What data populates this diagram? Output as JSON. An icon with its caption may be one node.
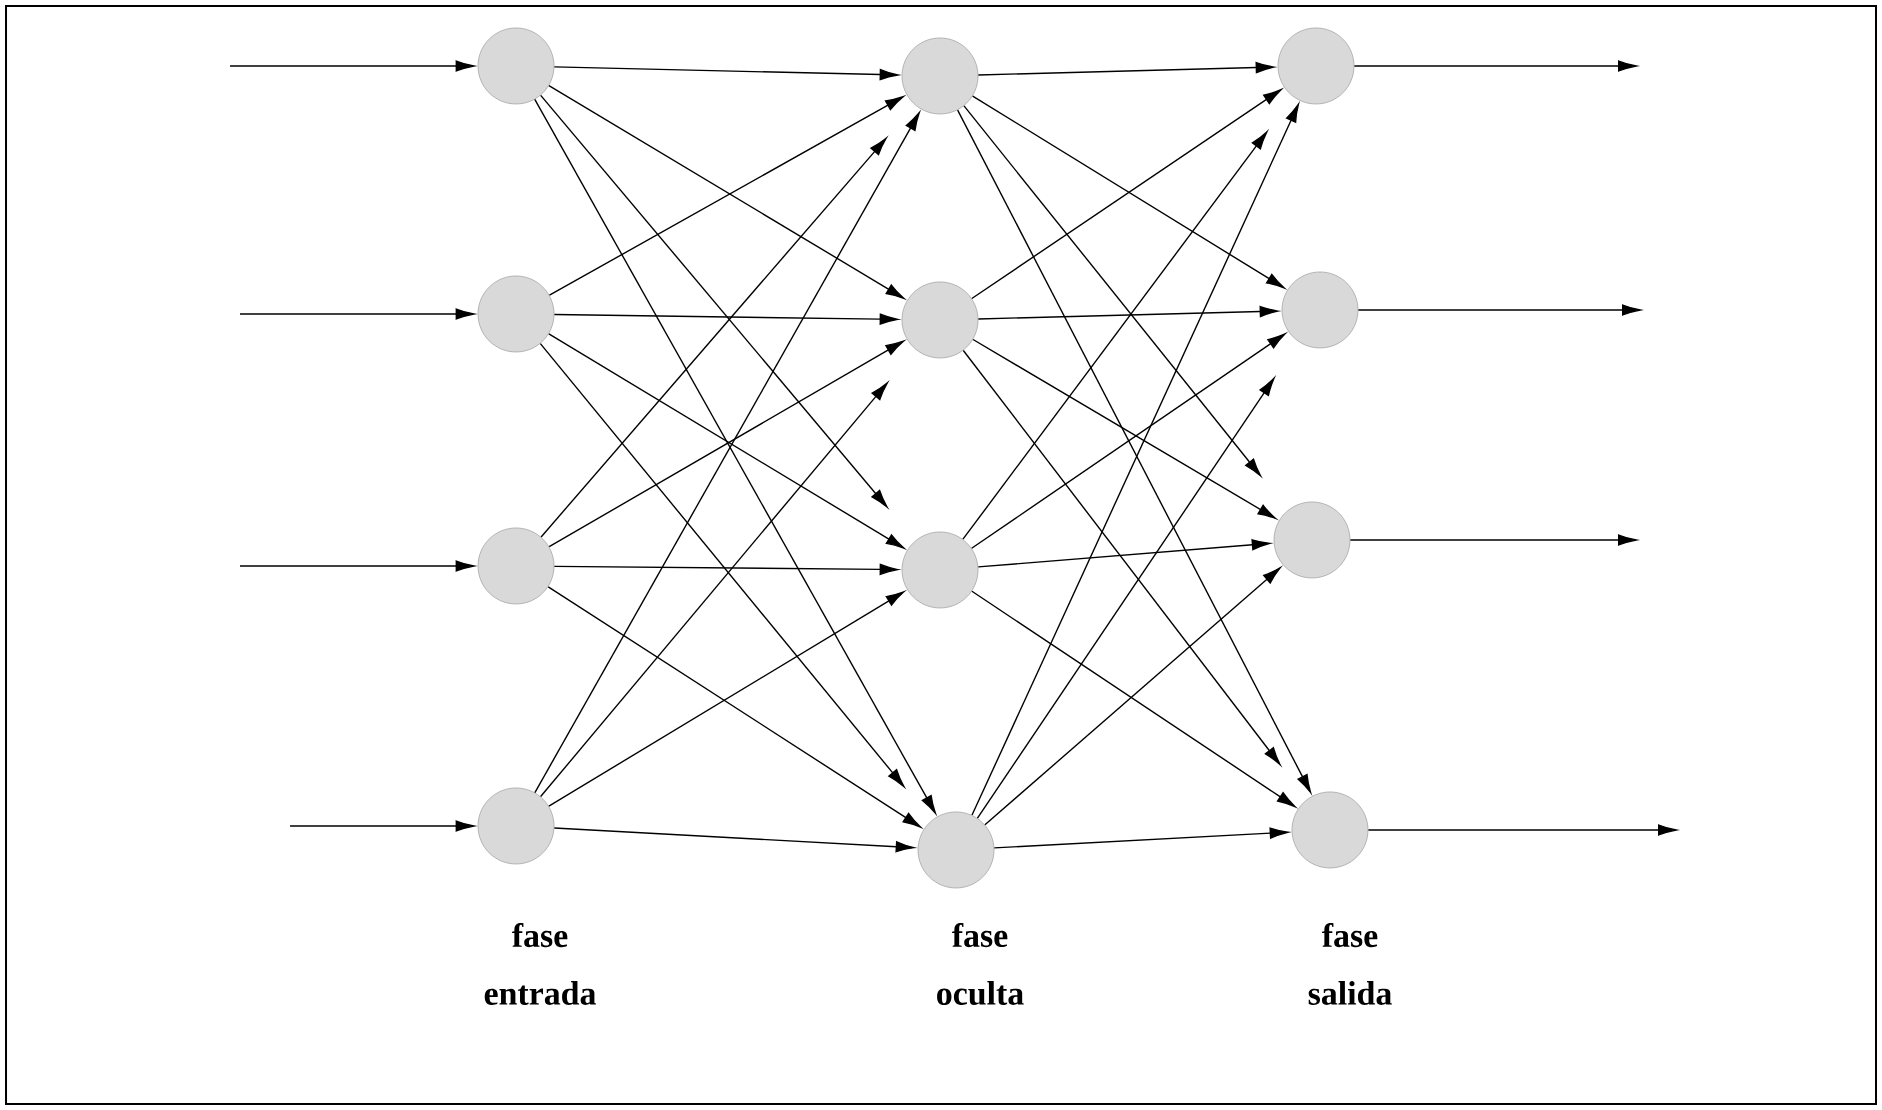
{
  "diagram": {
    "nodes": [
      {
        "text": [],
        "shape": "circle"
      },
      {
        "text": [],
        "shape": "circle"
      },
      {
        "text": [],
        "shape": "circle"
      },
      {
        "text": [],
        "shape": "circle"
      },
      {
        "text": [],
        "shape": "circle"
      },
      {
        "text": [],
        "shape": "circle"
      },
      {
        "text": [],
        "shape": "circle"
      },
      {
        "text": [],
        "shape": "circle"
      },
      {
        "text": [],
        "shape": "circle"
      },
      {
        "text": [],
        "shape": "circle"
      },
      {
        "text": [],
        "shape": "circle"
      },
      {
        "text": [],
        "shape": "circle"
      }
    ],
    "edges": [
      {
        "from": null,
        "to": 0,
        "arrow": "to"
      },
      {
        "from": null,
        "to": 1,
        "arrow": "to"
      },
      {
        "from": null,
        "to": 2,
        "arrow": "to"
      },
      {
        "from": null,
        "to": 3,
        "arrow": "to"
      },
      {
        "from": 0,
        "to": 4,
        "arrow": "to"
      },
      {
        "from": 0,
        "to": 5,
        "arrow": "to"
      },
      {
        "from": 0,
        "to": 6,
        "arrow": "to"
      },
      {
        "from": 0,
        "to": 7,
        "arrow": "to"
      },
      {
        "from": 1,
        "to": 4,
        "arrow": "to"
      },
      {
        "from": 1,
        "to": 5,
        "arrow": "to"
      },
      {
        "from": 1,
        "to": 6,
        "arrow": "to"
      },
      {
        "from": 1,
        "to": 7,
        "arrow": "to"
      },
      {
        "from": 2,
        "to": 4,
        "arrow": "to"
      },
      {
        "from": 2,
        "to": 5,
        "arrow": "to"
      },
      {
        "from": 2,
        "to": 6,
        "arrow": "to"
      },
      {
        "from": 2,
        "to": 7,
        "arrow": "to"
      },
      {
        "from": 3,
        "to": 4,
        "arrow": "to"
      },
      {
        "from": 3,
        "to": 5,
        "arrow": "to"
      },
      {
        "from": 3,
        "to": 6,
        "arrow": "to"
      },
      {
        "from": 3,
        "to": 7,
        "arrow": "to"
      },
      {
        "from": 4,
        "to": 8,
        "arrow": "to"
      },
      {
        "from": 4,
        "to": 9,
        "arrow": "to"
      },
      {
        "from": 4,
        "to": 10,
        "arrow": "to"
      },
      {
        "from": 4,
        "to": 11,
        "arrow": "to"
      },
      {
        "from": 5,
        "to": 8,
        "arrow": "to"
      },
      {
        "from": 5,
        "to": 9,
        "arrow": "to"
      },
      {
        "from": 5,
        "to": 10,
        "arrow": "to"
      },
      {
        "from": 5,
        "to": 11,
        "arrow": "to"
      },
      {
        "from": 6,
        "to": 8,
        "arrow": "to"
      },
      {
        "from": 6,
        "to": 9,
        "arrow": "to"
      },
      {
        "from": 6,
        "to": 10,
        "arrow": "to"
      },
      {
        "from": 6,
        "to": 11,
        "arrow": "to"
      },
      {
        "from": 7,
        "to": 8,
        "arrow": "to"
      },
      {
        "from": 7,
        "to": 9,
        "arrow": "to"
      },
      {
        "from": 7,
        "to": 10,
        "arrow": "to"
      },
      {
        "from": 7,
        "to": 11,
        "arrow": "to"
      },
      {
        "from": 8,
        "to": null,
        "arrow": "to"
      },
      {
        "from": 9,
        "to": null,
        "arrow": "to"
      },
      {
        "from": 10,
        "to": null,
        "arrow": "to"
      },
      {
        "from": 11,
        "to": null,
        "arrow": "to"
      }
    ],
    "labels": [
      "fase entrada",
      "fase oculta",
      "fase salida"
    ]
  }
}
